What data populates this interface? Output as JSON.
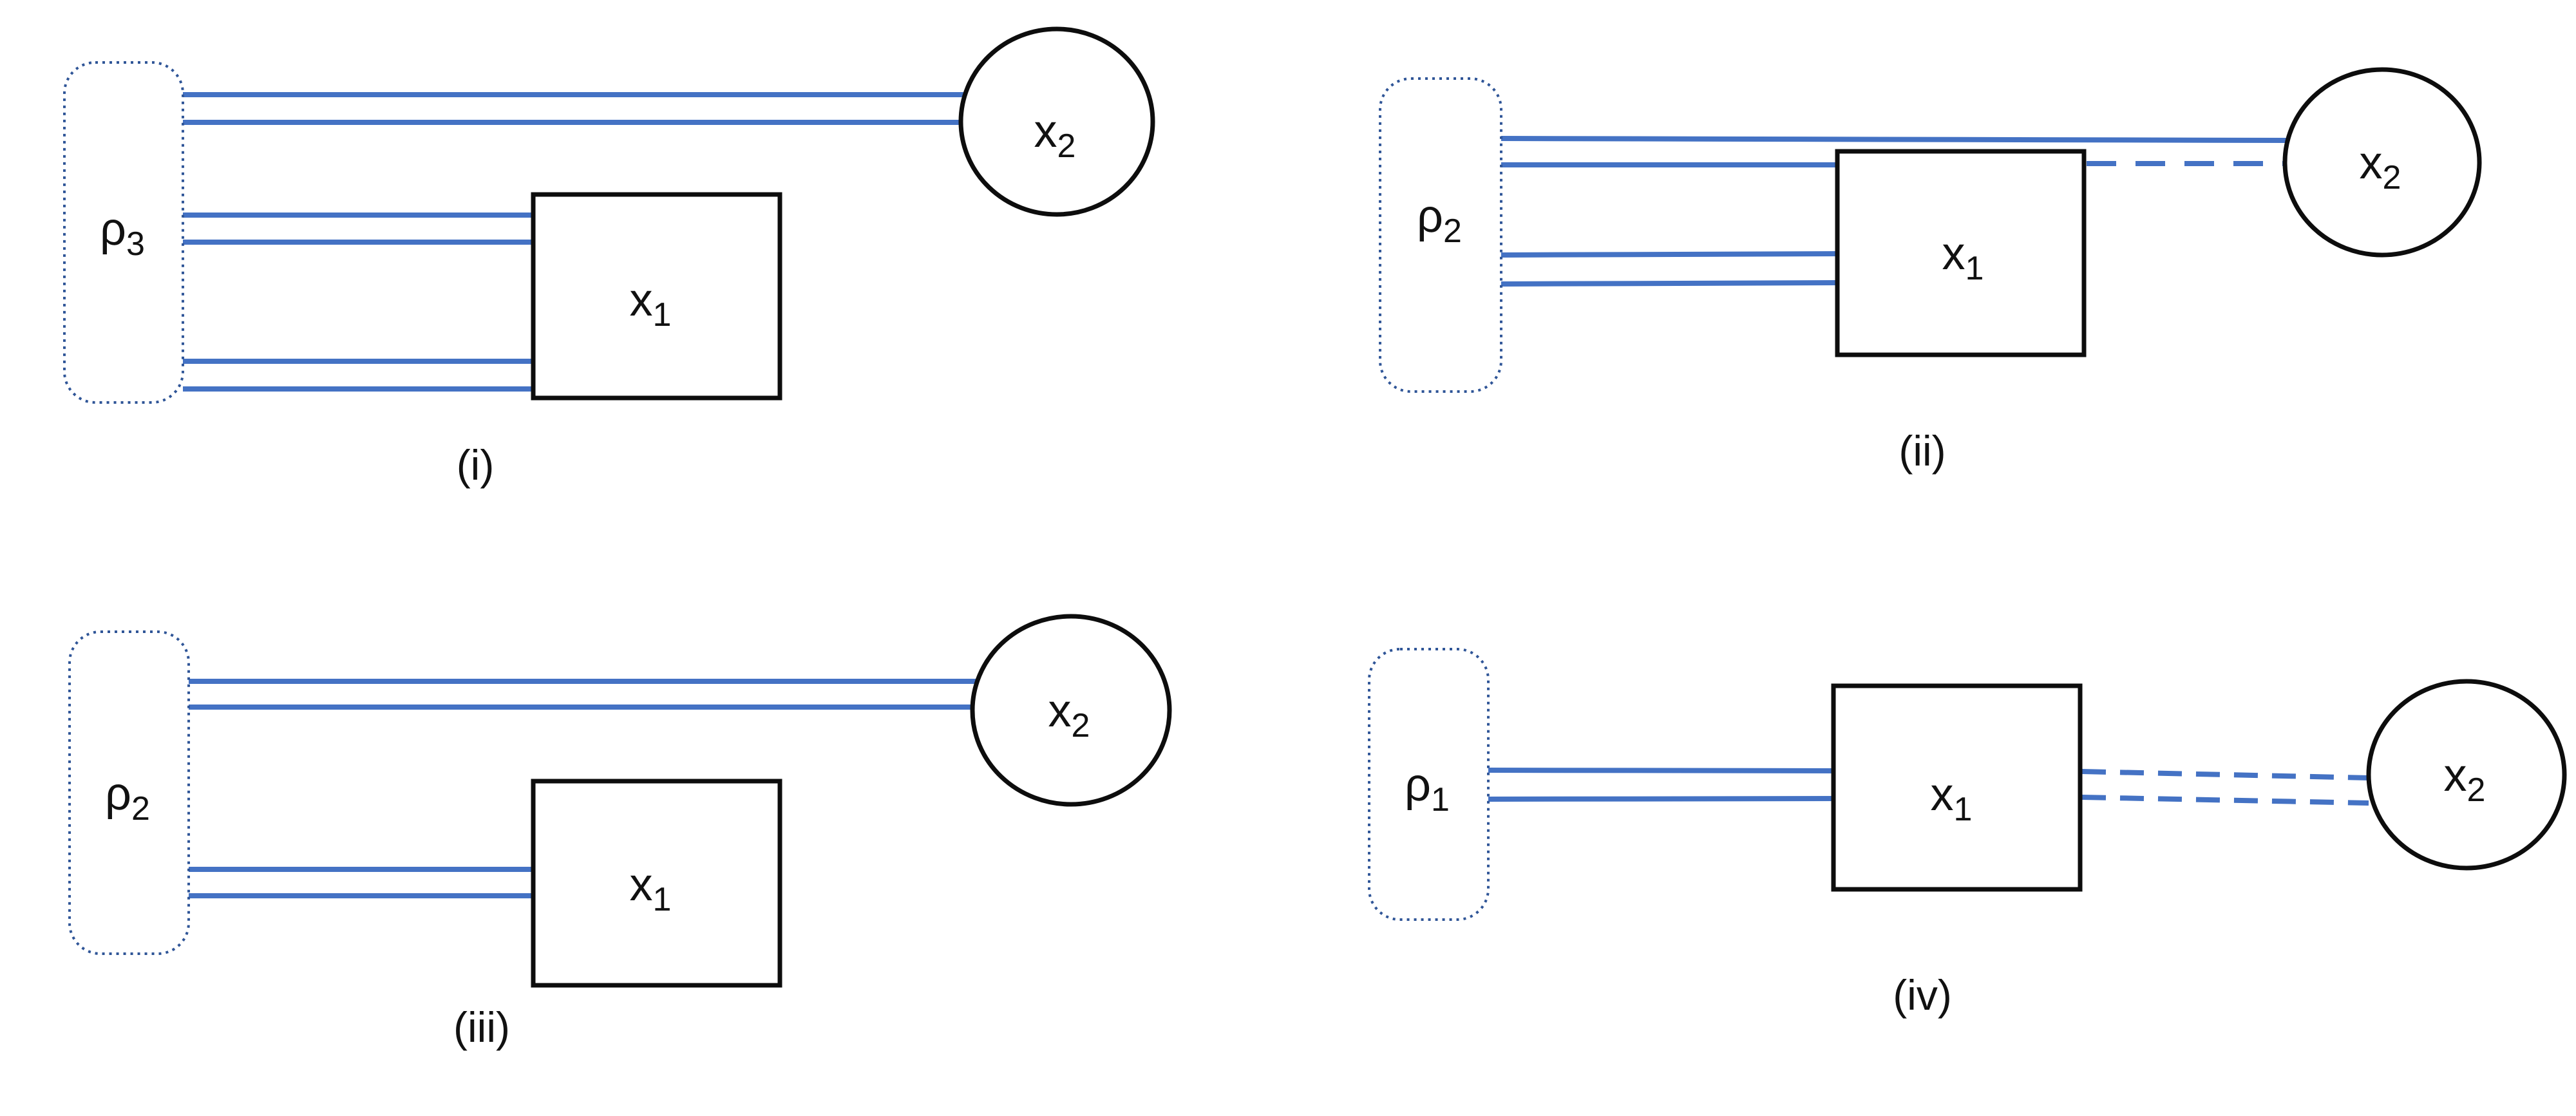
{
  "colors": {
    "connector": "#4472C4",
    "node_border": "#2F5597",
    "shape_border": "#0D0D0D",
    "label_text": "#111111",
    "background": "#FFFFFF"
  },
  "diagrams": [
    {
      "caption": "(i)",
      "rho": {
        "base": "ρ",
        "sub": "3"
      },
      "box": {
        "base": "x",
        "sub": "1"
      },
      "circle": {
        "base": "x",
        "sub": "2"
      },
      "connectors": {
        "solid_rho_to_circle": 2,
        "solid_rho_to_box": 4,
        "dashed_box_to_circle": 0
      }
    },
    {
      "caption": "(ii)",
      "rho": {
        "base": "ρ",
        "sub": "2"
      },
      "box": {
        "base": "x",
        "sub": "1"
      },
      "circle": {
        "base": "x",
        "sub": "2"
      },
      "connectors": {
        "solid_rho_to_circle": 1,
        "solid_rho_to_box": 3,
        "dashed_box_to_circle": 1
      }
    },
    {
      "caption": "(iii)",
      "rho": {
        "base": "ρ",
        "sub": "2"
      },
      "box": {
        "base": "x",
        "sub": "1"
      },
      "circle": {
        "base": "x",
        "sub": "2"
      },
      "connectors": {
        "solid_rho_to_circle": 2,
        "solid_rho_to_box": 2,
        "dashed_box_to_circle": 0
      }
    },
    {
      "caption": "(iv)",
      "rho": {
        "base": "ρ",
        "sub": "1"
      },
      "box": {
        "base": "x",
        "sub": "1"
      },
      "circle": {
        "base": "x",
        "sub": "2"
      },
      "connectors": {
        "solid_rho_to_circle": 0,
        "solid_rho_to_box": 2,
        "dashed_box_to_circle": 2
      }
    }
  ]
}
